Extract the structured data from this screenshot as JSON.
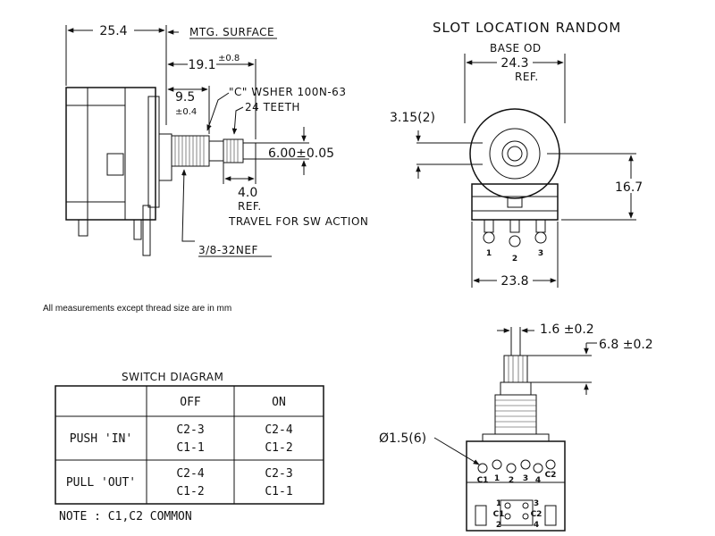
{
  "side_view": {
    "dim_overall": "25.4",
    "mtg_surface": "MTG. SURFACE",
    "dim_shaft": "19.1",
    "dim_shaft_tol": "±0.8",
    "dim_bushing": "9.5",
    "dim_bushing_tol": "±0.4",
    "washer": "\"C\" WSHER 100N-63",
    "teeth": "24 TEETH",
    "dim_shaft_dia": "6.00±0.05",
    "dim_travel": "4.0",
    "dim_travel_ref": "REF.",
    "travel_label": "TRAVEL FOR SW ACTION",
    "thread": "3/8-32NEF"
  },
  "front_view": {
    "title": "SLOT LOCATION RANDOM",
    "base_od_label": "BASE OD",
    "base_od": "24.3",
    "base_od_ref": "REF.",
    "dim_slot": "3.15(2)",
    "dim_height": "16.7",
    "dim_width": "23.8",
    "pins": [
      "1",
      "2",
      "3"
    ]
  },
  "note_mm": "All measurements except thread size are in mm",
  "bottom_view": {
    "dim_top": "1.6 ±0.2",
    "dim_side": "6.8 ±0.2",
    "hole": "Ø1.5(6)",
    "pins_upper": [
      "C1",
      "1",
      "2",
      "3",
      "4",
      "C2"
    ],
    "pins_lower": [
      "1",
      "C1",
      "2",
      "3",
      "C2",
      "4"
    ]
  },
  "switch_diagram": {
    "title": "SWITCH DIAGRAM",
    "headers": [
      "OFF",
      "ON"
    ],
    "rows": [
      {
        "label": "PUSH 'IN'",
        "off": [
          "C2-3",
          "C1-1"
        ],
        "on": [
          "C2-4",
          "C1-2"
        ]
      },
      {
        "label": "PULL 'OUT'",
        "off": [
          "C2-4",
          "C1-2"
        ],
        "on": [
          "C2-3",
          "C1-1"
        ]
      }
    ],
    "note": "NOTE : C1,C2 COMMON"
  }
}
